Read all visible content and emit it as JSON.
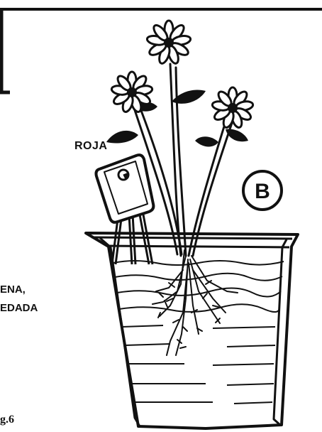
{
  "labels": {
    "sensor": "ROJA",
    "side_line_1": "ENA,",
    "side_line_2": "EDADA",
    "figure": "g.6",
    "badge": "B"
  },
  "colors": {
    "ink": "#111111",
    "paper": "#ffffff"
  }
}
